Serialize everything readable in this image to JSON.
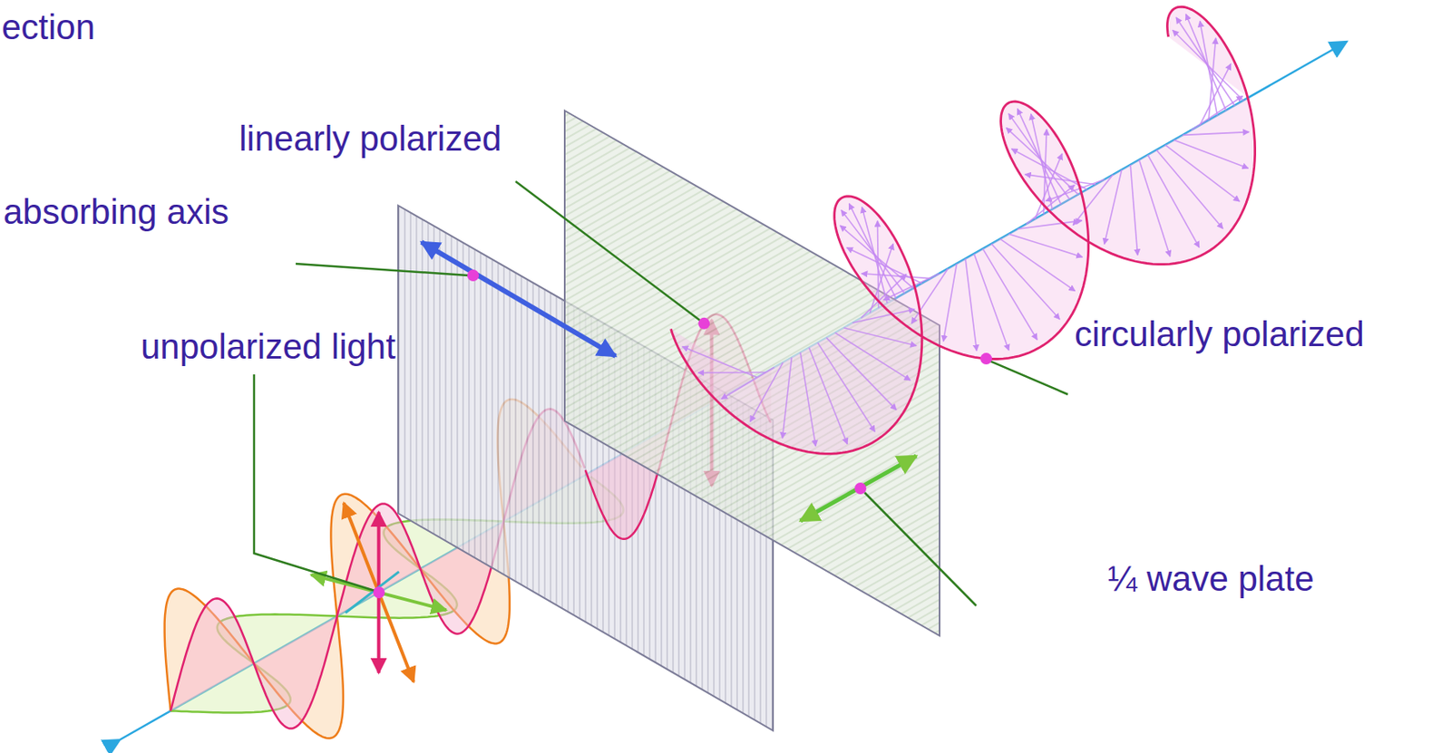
{
  "diagram": {
    "labels": [
      "ection",
      "linearly polarized",
      "absorbing axis",
      "unpolarized light",
      "circularly polarized",
      "¼ wave plate"
    ]
  }
}
